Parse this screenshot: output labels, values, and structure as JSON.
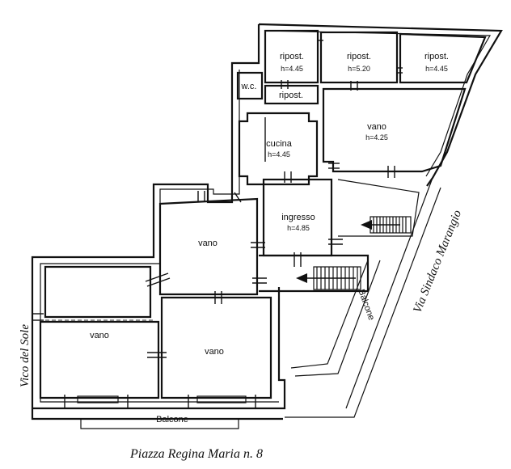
{
  "rooms": {
    "ripost1": {
      "name": "ripost.",
      "h": "h=4.45"
    },
    "ripost2": {
      "name": "ripost.",
      "h": "h=5.20"
    },
    "ripost3": {
      "name": "ripost.",
      "h": "h=4.45"
    },
    "ripost4": {
      "name": "ripost."
    },
    "wc": {
      "name": "w.c."
    },
    "cucina": {
      "name": "cucina",
      "h": "h=4.45"
    },
    "vano_ne": {
      "name": "vano",
      "h": "h=4.25"
    },
    "ingresso": {
      "name": "ingresso",
      "h": "h=4.85"
    },
    "vano_center": {
      "name": "vano"
    },
    "vano_sw": {
      "name": "vano"
    },
    "vano_s": {
      "name": "vano"
    }
  },
  "balconies": {
    "south": "Balcone",
    "east": "Balcone"
  },
  "streets": {
    "west": "Vico del Sole",
    "east": "Via Sindaco Marangio"
  },
  "caption": "Piazza Regina Maria n. 8"
}
